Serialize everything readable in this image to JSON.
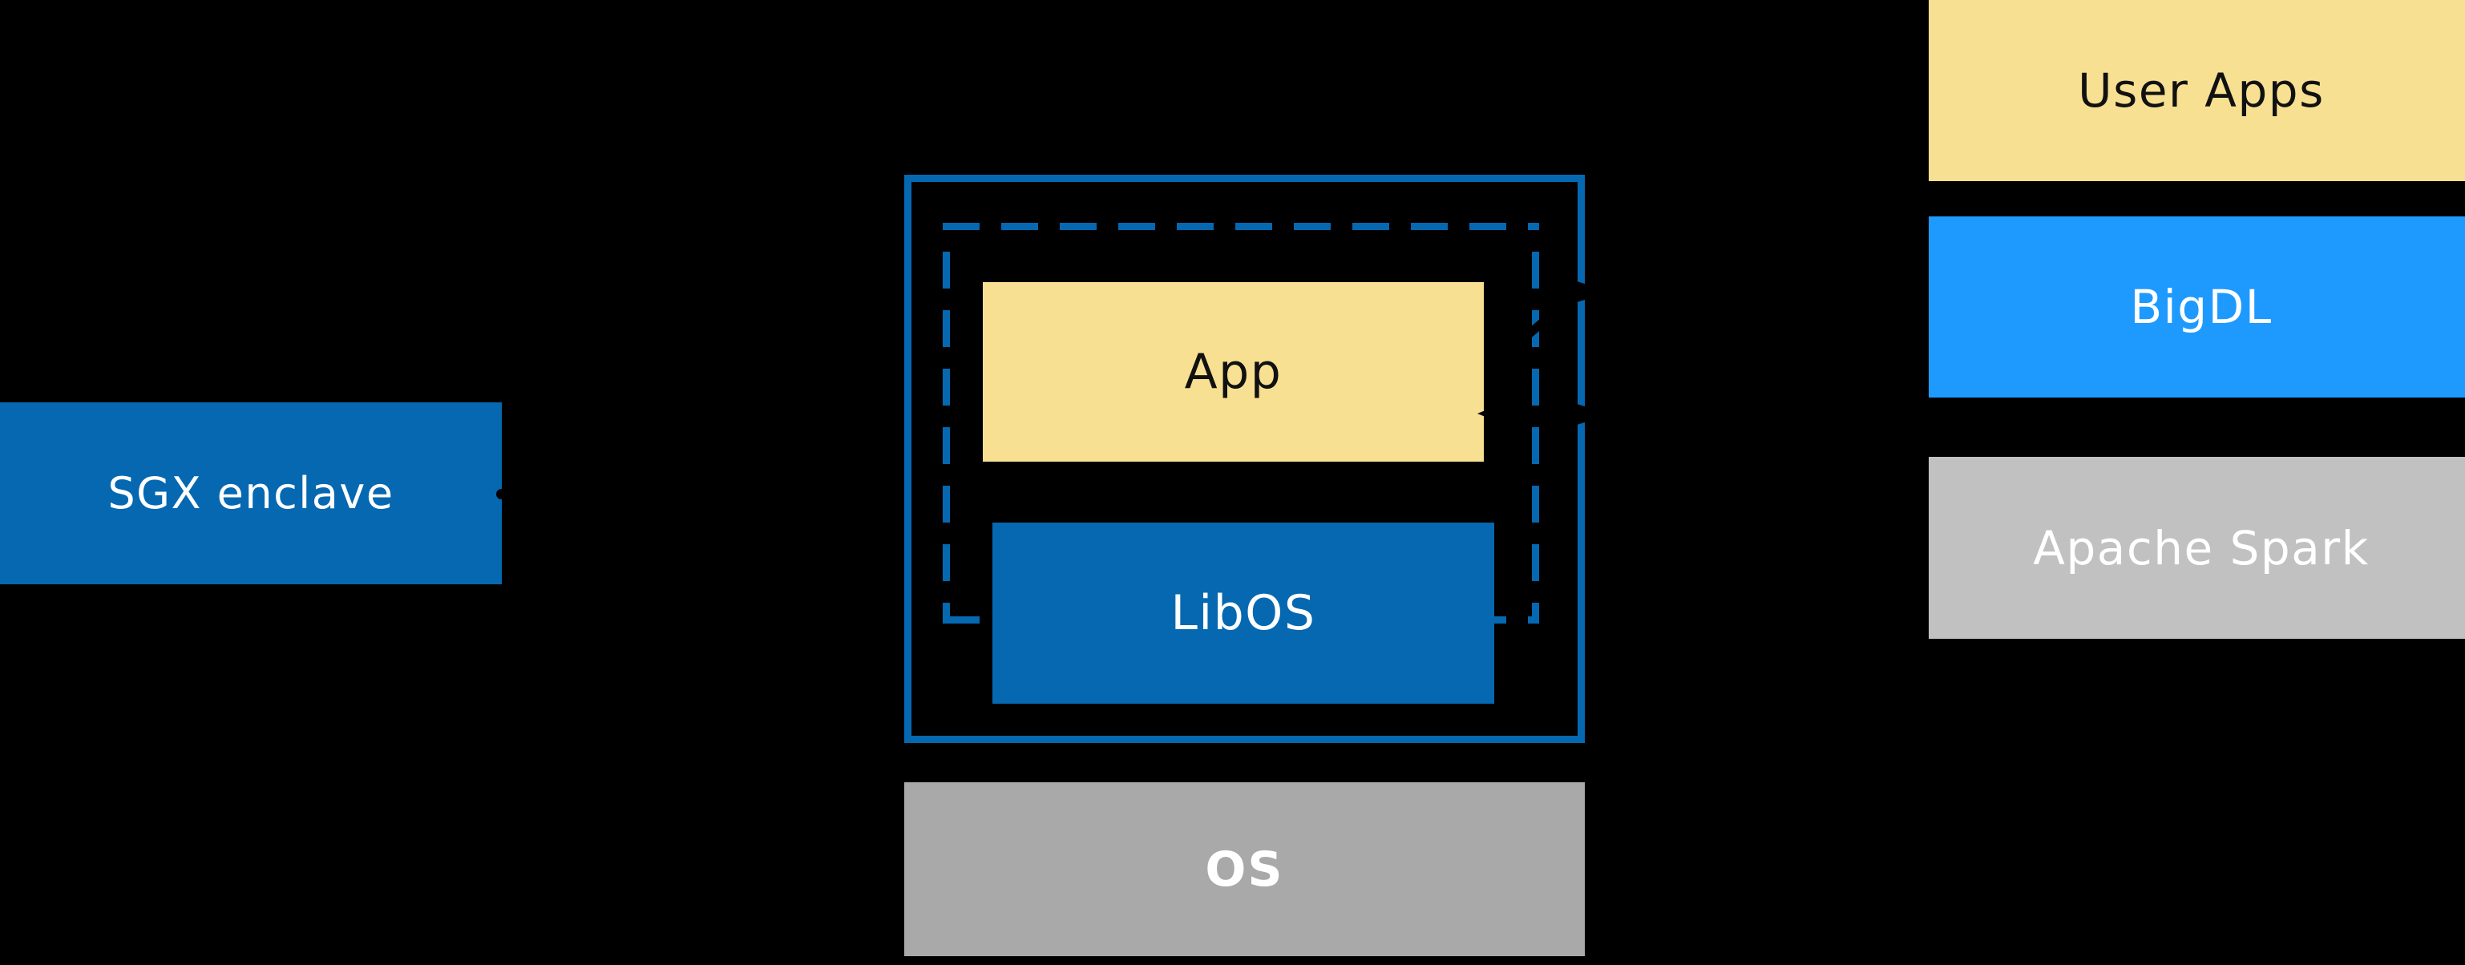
{
  "colors": {
    "background": "#000000",
    "primary_blue": "#0568b1",
    "bright_blue": "#1e9aff",
    "yellow": "#f8e092",
    "spark_gray": "#c1c1c1",
    "os_gray": "#a9a9a9",
    "dark_text": "#111111",
    "white_text": "#ffffff",
    "artifact_black": "#000000"
  },
  "left": {
    "sgx_label": "SGX enclave"
  },
  "enclave": {
    "app_label": "App",
    "libos_label": "LibOS"
  },
  "os": {
    "label": "OS"
  },
  "stack": [
    {
      "label": "User Apps"
    },
    {
      "label": "BigDL"
    },
    {
      "label": "Apache Spark"
    }
  ]
}
